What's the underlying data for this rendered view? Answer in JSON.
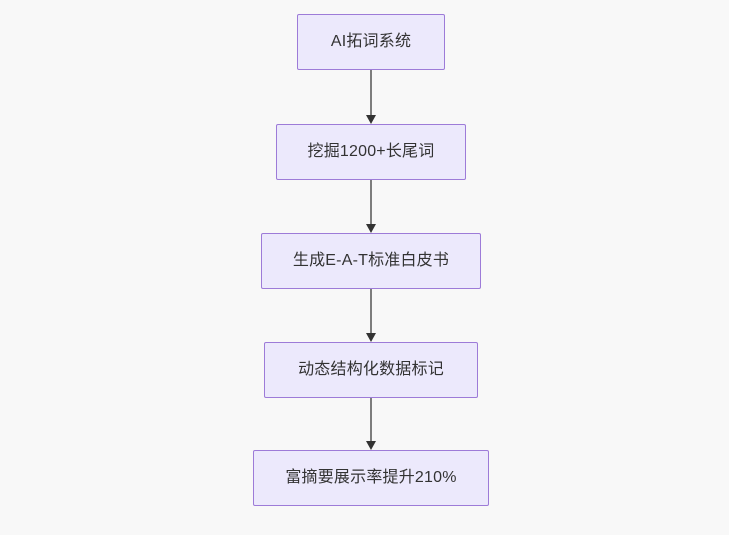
{
  "diagram": {
    "type": "flowchart",
    "direction": "top-to-bottom",
    "background_color": "#f8f8f8",
    "node_fill_color": "#ece9fc",
    "node_border_color": "#9d7bd8",
    "node_text_color": "#333333",
    "edge_line_color": "#7d7d7d",
    "edge_arrow_color": "#333333",
    "nodes": [
      {
        "id": "n1",
        "label": "AI拓词系统"
      },
      {
        "id": "n2",
        "label": "挖掘1200+长尾词"
      },
      {
        "id": "n3",
        "label": "生成E-A-T标准白皮书"
      },
      {
        "id": "n4",
        "label": "动态结构化数据标记"
      },
      {
        "id": "n5",
        "label": "富摘要展示率提升210%"
      }
    ],
    "edges": [
      {
        "from": "n1",
        "to": "n2"
      },
      {
        "from": "n2",
        "to": "n3"
      },
      {
        "from": "n3",
        "to": "n4"
      },
      {
        "from": "n4",
        "to": "n5"
      }
    ]
  }
}
